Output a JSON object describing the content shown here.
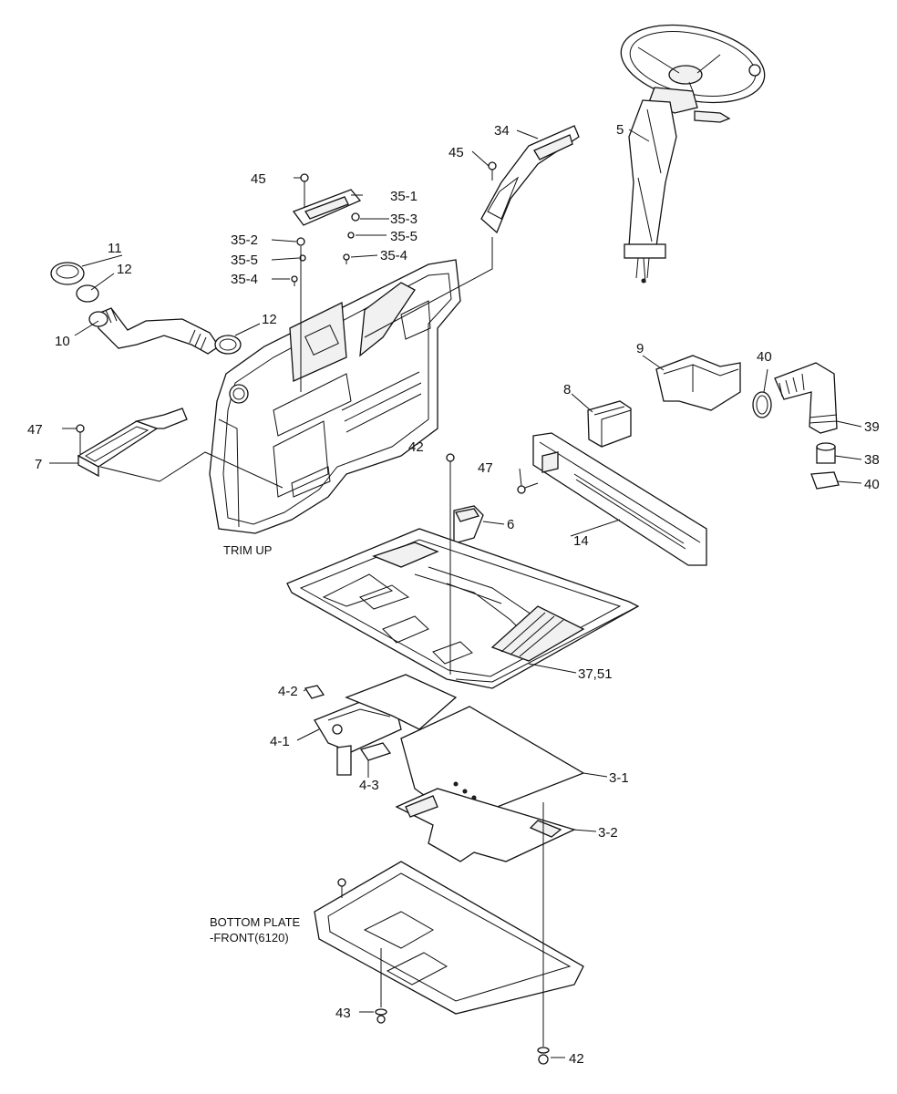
{
  "labels": {
    "p5": "5",
    "p34": "34",
    "p45a": "45",
    "p45b": "45",
    "p35_1": "35-1",
    "p35_3": "35-3",
    "p35_2": "35-2",
    "p35_5a": "35-5",
    "p35_5b": "35-5",
    "p35_4a": "35-4",
    "p35_4b": "35-4",
    "p11": "11",
    "p12a": "12",
    "p12b": "12",
    "p10": "10",
    "p47a": "47",
    "p7": "7",
    "trim_up": "TRIM UP",
    "p9": "9",
    "p40a": "40",
    "p39": "39",
    "p38": "38",
    "p40b": "40",
    "p8": "8",
    "p42a": "42",
    "p47b": "47",
    "p6": "6",
    "p14": "14",
    "p37_51": "37,51",
    "p4_2": "4-2",
    "p4_1": "4-1",
    "p4_3": "4-3",
    "p3_1": "3-1",
    "p3_2": "3-2",
    "bottom_plate_1": "BOTTOM PLATE",
    "bottom_plate_2": "-FRONT(6120)",
    "p43": "43",
    "p42b": "42"
  },
  "colors": {
    "line": "#111111",
    "background": "#ffffff"
  }
}
